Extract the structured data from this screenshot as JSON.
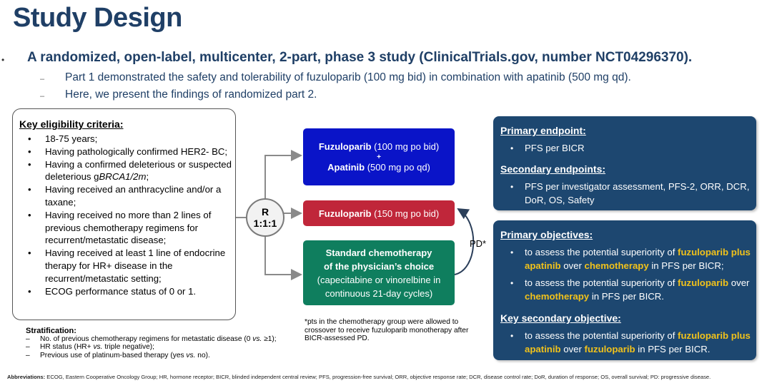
{
  "slide": {
    "title": "Study Design",
    "bullet_marker": "•",
    "headline": "A randomized, open-label, multicenter, 2-part, phase 3 study (ClinicalTrials.gov, number NCT04296370).",
    "sub_marker": "–",
    "sublines": [
      "Part 1 demonstrated the safety and tolerability of fuzuloparib (100 mg bid) in combination with apatinib (500 mg qd).",
      "Here, we present the findings of randomized part 2."
    ]
  },
  "eligibility": {
    "title": "Key eligibility criteria:",
    "items": [
      "18-75 years;",
      "Having pathologically confirmed HER2- BC;",
      "Having a confirmed deleterious or suspected deleterious gBRCA1/2m;",
      "Having received an anthracycline and/or a taxane;",
      "Having received no more than 2 lines of previous chemotherapy regimens for recurrent/metastatic disease;",
      "Having received at least 1 line of endocrine therapy for HR+ disease in the recurrent/metastatic setting;",
      "ECOG performance status of 0 or 1."
    ]
  },
  "stratification": {
    "title": "Stratification:",
    "items": [
      "No. of previous chemotherapy regimens for metastatic disease (0 vs. ≥1);",
      "HR status (HR+ vs. triple negative);",
      "Previous use of platinum-based therapy (yes vs. no)."
    ]
  },
  "randomization": {
    "letter": "R",
    "ratio": "1:1:1"
  },
  "arms": {
    "arm1": {
      "drug1": "Fuzuloparib",
      "dose1": " (100 mg po bid)",
      "plus": "+",
      "drug2": "Apatinib",
      "dose2": " (500 mg po qd)",
      "color": "#0a14c8"
    },
    "arm2": {
      "drug": "Fuzuloparib",
      "dose": " (150 mg po bid)",
      "color": "#c0263a"
    },
    "arm3": {
      "line1": "Standard chemotherapy",
      "line2": "of the physician’s choice",
      "line3": "(capecitabine or vinorelbine in",
      "line4": "continuous 21-day cycles)",
      "color": "#0f7e5e"
    }
  },
  "crossover": {
    "label": "PD*",
    "note": "*pts in the chemotherapy group were allowed to crossover to receive fuzuloparib monotherapy after BICR-assessed PD."
  },
  "endpoints": {
    "primary_title": "Primary endpoint:",
    "primary_items": [
      "PFS per BICR"
    ],
    "secondary_title": "Secondary endpoints:",
    "secondary_items": [
      "PFS per investigator assessment, PFS-2, ORR, DCR, DoR, OS, Safety"
    ]
  },
  "objectives": {
    "primary_title": "Primary objectives:",
    "obj1": {
      "a": "to assess the potential superiority of ",
      "b": "fuzuloparib plus apatinib",
      "c": " over ",
      "d": "chemotherapy",
      "e": " in PFS per BICR;"
    },
    "obj2": {
      "a": "to assess the potential superiority of ",
      "b": "fuzuloparib",
      "c": " over ",
      "d": "chemotherapy",
      "e": " in PFS per BICR."
    },
    "secondary_title": "Key secondary objective:",
    "obj3": {
      "a": "to assess the potential superiority of ",
      "b": "fuzuloparib plus apatinib",
      "c": " over ",
      "d": "fuzuloparib",
      "e": " in PFS per BICR."
    },
    "highlight_color": "#f1c21b"
  },
  "abbreviations": {
    "label": "Abbreviations:",
    "text": " ECOG, Eastern Cooperative Oncology Group; HR, hormone receptor; BICR, blinded independent central review; PFS, progression-free survival; ORR, objective response rate; DCR, disease control rate; DoR, duration of response; OS, overall survival; PD: progressive disease."
  }
}
